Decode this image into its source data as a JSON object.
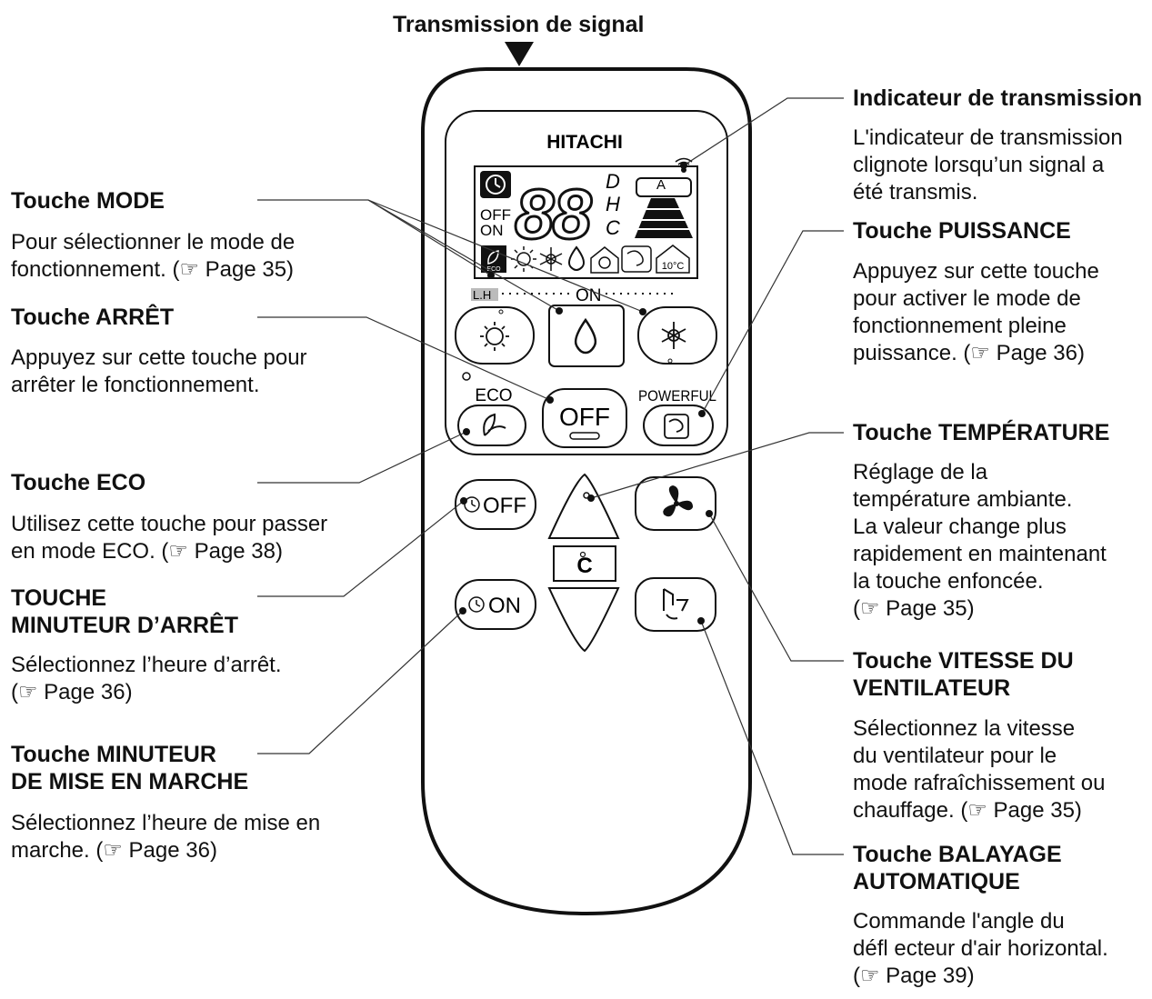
{
  "signal": {
    "label": "Transmission de signal"
  },
  "remote": {
    "brand": "HITACHI",
    "display": {
      "digits": "88",
      "off_label": "OFF",
      "on_label": "ON",
      "unit_d": "D",
      "unit_h": "H",
      "unit_c": "C",
      "fan_a": "A",
      "eco_mini": "ECO",
      "ten_c": "10°C"
    },
    "lh_label": "L.H",
    "on_strip": "ON",
    "eco_label": "ECO",
    "powerful_label": "POWERFUL",
    "off_button": "OFF",
    "timer_off_button": "OFF",
    "timer_on_button": "ON",
    "temp_c": "C"
  },
  "left": [
    {
      "title": [
        "Touche MODE"
      ],
      "desc": [
        "Pour sélectionner le mode de",
        "fonctionnement. (☞ Page 35)"
      ]
    },
    {
      "title": [
        "Touche ARRÊT"
      ],
      "desc": [
        "Appuyez sur cette touche pour",
        "arrêter le fonctionnement."
      ]
    },
    {
      "title": [
        "Touche ECO"
      ],
      "desc": [
        "Utilisez cette touche pour passer",
        "en mode ECO. (☞ Page 38)"
      ]
    },
    {
      "title": [
        "TOUCHE",
        "MINUTEUR D’ARRÊT"
      ],
      "desc": [
        "Sélectionnez l’heure d’arrêt.",
        "(☞ Page 36)"
      ]
    },
    {
      "title": [
        "Touche MINUTEUR",
        "DE MISE EN MARCHE"
      ],
      "desc": [
        "Sélectionnez l’heure de mise en",
        "marche. (☞ Page 36)"
      ]
    }
  ],
  "right": [
    {
      "title": [
        "Indicateur de transmission"
      ],
      "desc": [
        "L'indicateur de transmission",
        "clignote lorsqu’un signal a",
        "été transmis."
      ]
    },
    {
      "title": [
        "Touche PUISSANCE"
      ],
      "desc": [
        "Appuyez sur cette touche",
        "pour activer le mode de",
        "fonctionnement pleine",
        "puissance. (☞ Page 36)"
      ]
    },
    {
      "title": [
        "Touche TEMPÉRATURE"
      ],
      "desc": [
        "Réglage de la",
        "température ambiante.",
        "La valeur change plus",
        "rapidement en maintenant",
        "la touche enfoncée.",
        "(☞ Page 35)"
      ]
    },
    {
      "title": [
        "Touche VITESSE DU",
        "VENTILATEUR"
      ],
      "desc": [
        "Sélectionnez la vitesse",
        "du ventilateur pour le",
        "mode rafraîchissement ou",
        "chauffage. (☞ Page 35)"
      ]
    },
    {
      "title": [
        "Touche BALAYAGE",
        "AUTOMATIQUE"
      ],
      "desc": [
        "Commande l'angle du",
        "défl ecteur d'air horizontal.",
        "(☞ Page 39)"
      ]
    }
  ]
}
